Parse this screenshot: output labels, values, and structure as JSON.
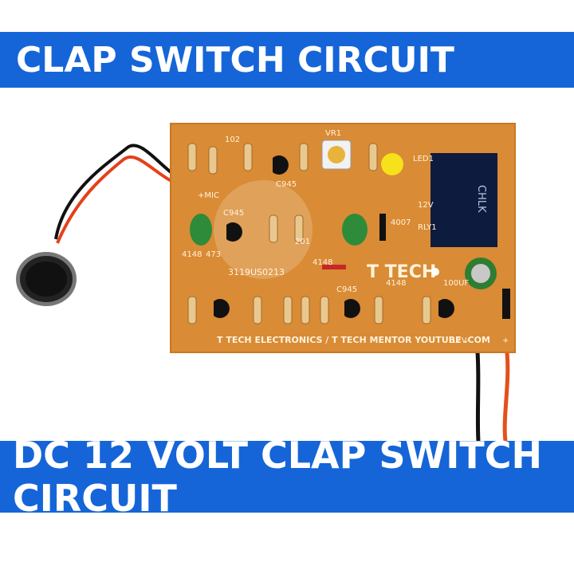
{
  "title_banner": "CLAP SWITCH CIRCUIT",
  "subtitle_banner": "DC 12 VOLT CLAP SWITCH CIRCUIT",
  "board": {
    "brand": "T TECH",
    "footer": "T TECH ELECTRONICS / T TECH MENTOR YOUTUBE .COM",
    "code": "3119US0213",
    "labels": {
      "vr1": "VR1",
      "led1": "LED1",
      "mic": "+MIC",
      "c945_a": "C945",
      "c945_b": "C945",
      "c945_c": "C945",
      "r102": "102",
      "r473": "473",
      "r201": "201",
      "d4148_a": "4148",
      "d4148_b": "4148",
      "d4148_c": "4148",
      "d4007": "4007",
      "rly1": "RLY1",
      "v12": "12V",
      "cap": "100UF",
      "pwr_neg": "12V-",
      "pwr_pos": "+"
    }
  },
  "relay_text": "CHLK",
  "colors": {
    "banner": "#1565d8",
    "board": "#d98b35",
    "relay": "#0c1b3e",
    "led": "#f6e11a",
    "capacitor": "#2f7d32"
  }
}
